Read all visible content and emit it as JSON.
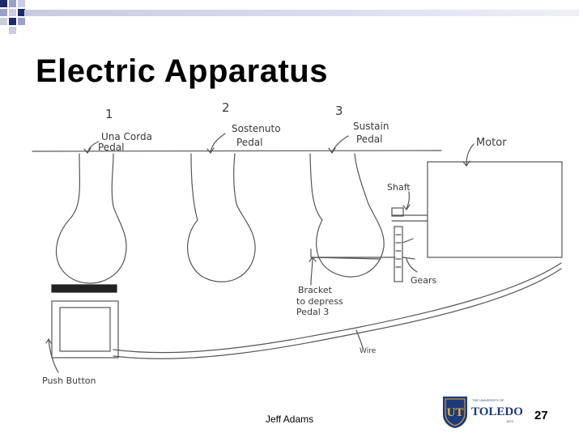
{
  "slide": {
    "title": "Electric Apparatus",
    "footer_author": "Jeff Adams",
    "slide_number": "27"
  },
  "diagram": {
    "pedal_numbers": [
      "1",
      "2",
      "3"
    ],
    "labels": {
      "una_corda_1": "Una Corda",
      "una_corda_2": "Pedal",
      "sostenuto_1": "Sostenuto",
      "sostenuto_2": "Pedal",
      "sustain_1": "Sustain",
      "sustain_2": "Pedal",
      "motor": "Motor",
      "shaft": "Shaft",
      "gears": "Gears",
      "bracket_1": "Bracket",
      "bracket_2": "to depress",
      "bracket_3": "Pedal 3",
      "wire": "Wire",
      "push_button": "Push Button"
    }
  },
  "logo": {
    "badge": "UT",
    "top_text": "THE UNIVERSITY OF",
    "name": "TOLEDO",
    "year": "1872",
    "colors": {
      "blue": "#1f3a7a",
      "gold": "#e8b23a"
    }
  }
}
